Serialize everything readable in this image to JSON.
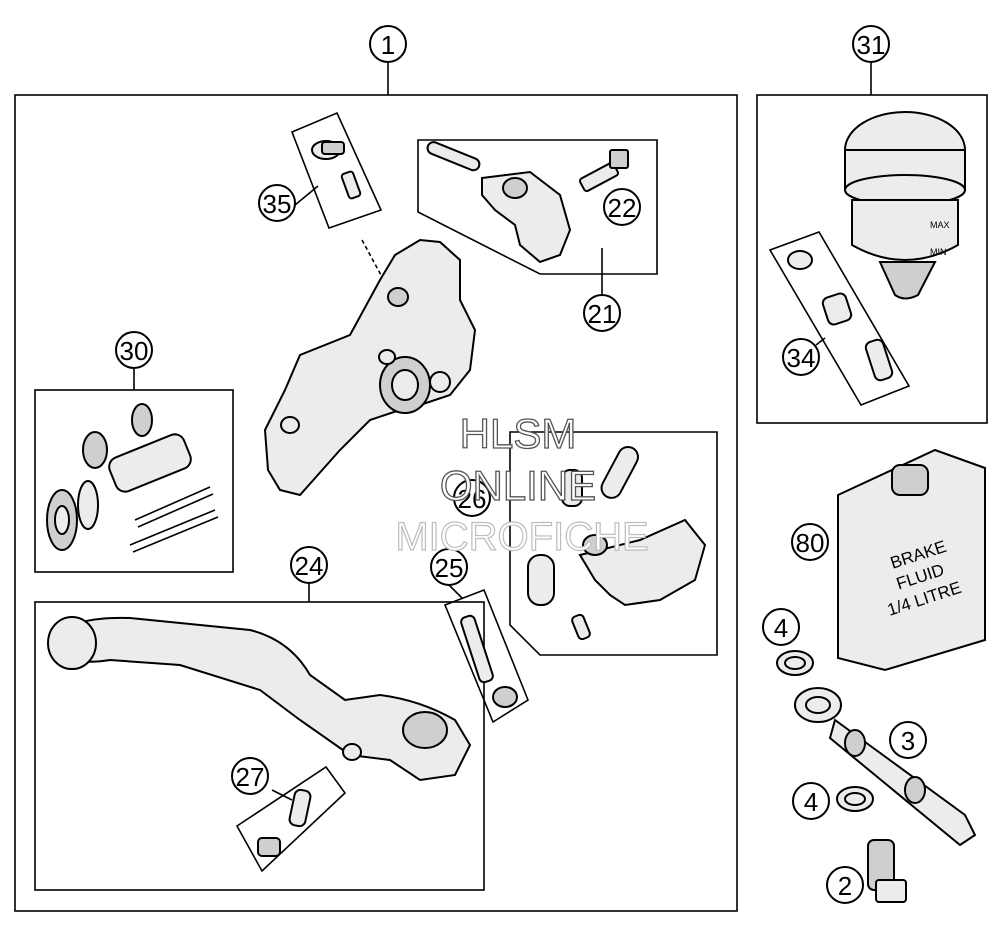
{
  "callouts": {
    "c1": "1",
    "c31": "31",
    "c35": "35",
    "c22": "22",
    "c21": "21",
    "c30": "30",
    "c34": "34",
    "c80": "80",
    "c26": "26",
    "c24": "24",
    "c25": "25",
    "c4a": "4",
    "c3": "3",
    "c4b": "4",
    "c27": "27",
    "c2": "2"
  },
  "fluid_can": {
    "line1": "BRAKE",
    "line2": "FLUID",
    "line3": "1/4 LITRE"
  },
  "reservoir": {
    "max": "MAX",
    "min": "MIN"
  },
  "watermark": {
    "line1": "HLSM",
    "line2": "ONLINE",
    "line3": "MICROFICHE"
  }
}
